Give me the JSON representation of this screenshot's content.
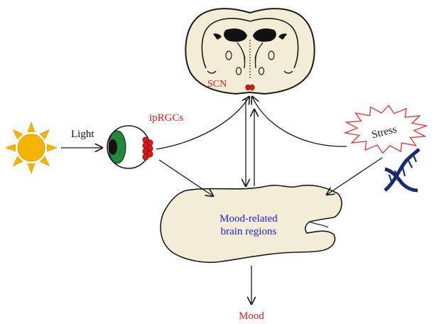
{
  "labels": {
    "light": "Light",
    "iprgcs": "ipRGCs",
    "scn": "SCN",
    "stress": "Stress",
    "mood_region_line1": "Mood-related",
    "mood_region_line2": "brain regions",
    "mood": "Mood"
  },
  "colors": {
    "tissue_fill": "#f3ecd6",
    "outline": "#1a1a1a",
    "red_label": "#d42020",
    "blue_label": "#1c24c8",
    "sun_fill": "#f5b400",
    "sun_ray": "#f5b400",
    "iris": "#1f8a3a",
    "pupil": "#111111",
    "ipRGC_cells": "#d61a1a",
    "stress_burst_stroke": "#e03030",
    "dna_color": "#1a2a6e"
  },
  "icons": [
    "sun-icon",
    "eye-icon",
    "dna-icon",
    "brain-coronal-section",
    "brain-sagittal-section",
    "stress-burst"
  ]
}
